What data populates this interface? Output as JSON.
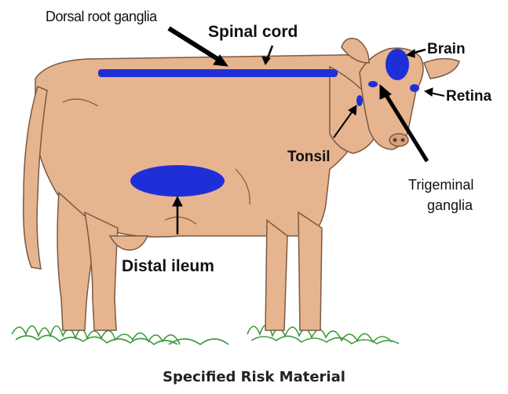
{
  "labels": {
    "dorsal_root_ganglia": "Dorsal root ganglia",
    "spinal_cord": "Spinal cord",
    "brain": "Brain",
    "retina": "Retina",
    "tonsil": "Tonsil",
    "trigeminal_line1": "Trigeminal",
    "trigeminal_line2": "ganglia",
    "distal_ileum": "Distal ileum"
  },
  "caption": "Specified Risk Material",
  "colors": {
    "body": "#e6b48e",
    "outline": "#7a5a44",
    "tissue": "#1f2fd8",
    "arrow": "#000000",
    "grass": "#3a9a3a"
  }
}
